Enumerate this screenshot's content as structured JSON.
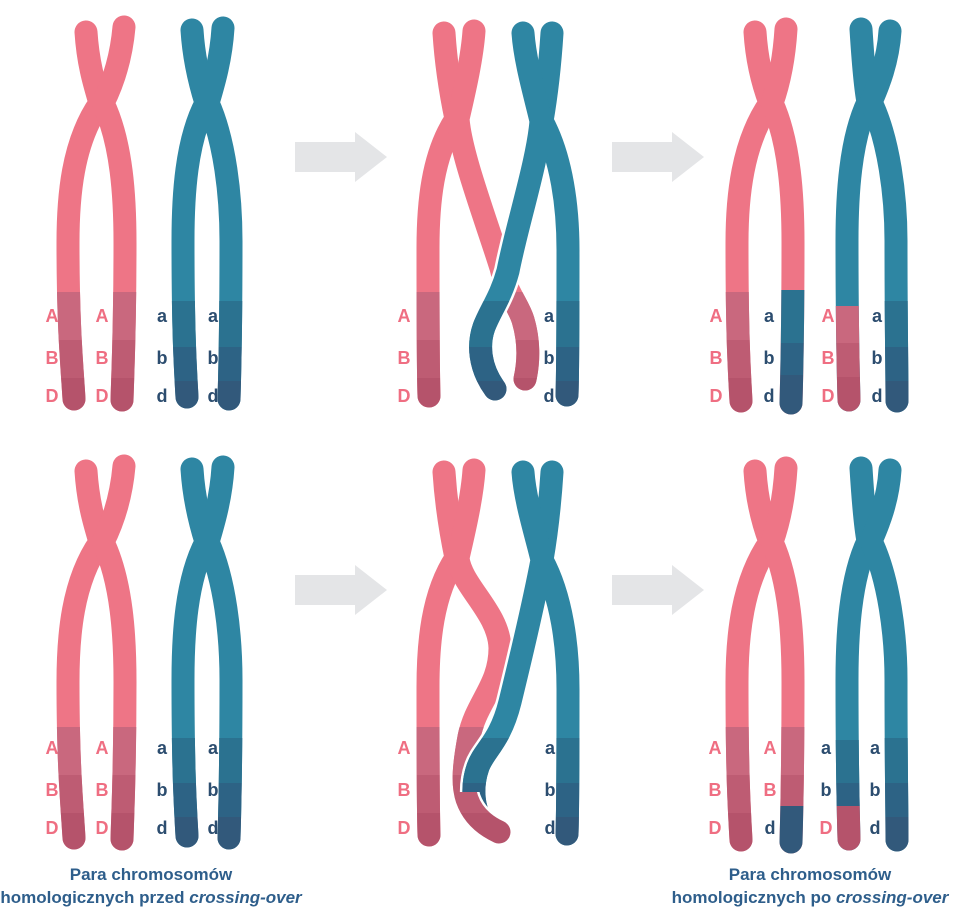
{
  "palette": {
    "pink": "#EE7586",
    "pinkA": "#C9687E",
    "pinkB": "#BE5C73",
    "pinkD": "#B5536B",
    "teal": "#2E86A3",
    "tealA": "#2B7290",
    "tealB": "#2D6385",
    "tealD": "#32597B",
    "labelPink": "#EF6E82",
    "labelNavy": "#2C4D6F",
    "caption": "#2E5E8B",
    "arrow": "#E4E5E7",
    "outline": "#FFFFFF"
  },
  "panels": {
    "top_left": {
      "labels": [
        [
          "A",
          "A",
          "a",
          "a"
        ],
        [
          "B",
          "B",
          "b",
          "b"
        ],
        [
          "D",
          "D",
          "d",
          "d"
        ]
      ]
    },
    "top_middle": {
      "labels": [
        [
          "A",
          "a"
        ],
        [
          "B",
          "b"
        ],
        [
          "D",
          "d"
        ]
      ]
    },
    "top_right": {
      "labels": [
        [
          "A",
          "a",
          "A",
          "a"
        ],
        [
          "B",
          "b",
          "B",
          "b"
        ],
        [
          "D",
          "d",
          "D",
          "d"
        ]
      ]
    },
    "bottom_left": {
      "labels": [
        [
          "A",
          "A",
          "a",
          "a"
        ],
        [
          "B",
          "B",
          "b",
          "b"
        ],
        [
          "D",
          "D",
          "d",
          "d"
        ]
      ]
    },
    "bottom_middle": {
      "labels": [
        [
          "A",
          "a"
        ],
        [
          "B",
          "b"
        ],
        [
          "D",
          "d"
        ]
      ]
    },
    "bottom_right": {
      "labels": [
        [
          "A",
          "A",
          "a",
          "a"
        ],
        [
          "B",
          "B",
          "b",
          "b"
        ],
        [
          "D",
          "d",
          "D",
          "d"
        ]
      ]
    }
  },
  "captions": {
    "before": {
      "line1": "Para chromosomów",
      "line2_prefix": "homologicznych przed ",
      "line2_italic": "crossing-over"
    },
    "after": {
      "line1": "Para chromosomów",
      "line2_prefix": "homologicznych po ",
      "line2_italic": "crossing-over"
    }
  }
}
